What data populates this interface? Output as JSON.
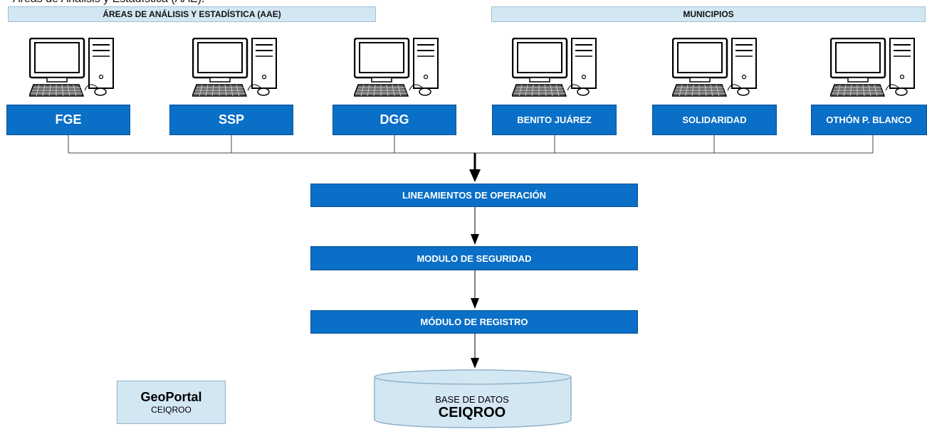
{
  "caption": "Áreas de Análisis y Estadística (AAE).",
  "groups": {
    "aae": "ÁREAS DE ANÁLISIS Y ESTADÍSTICA (AAE)",
    "municipios": "MUNICIPIOS"
  },
  "sources": [
    {
      "label": "FGE"
    },
    {
      "label": "SSP"
    },
    {
      "label": "DGG"
    },
    {
      "label": "BENITO JUÁREZ"
    },
    {
      "label": "SOLIDARIDAD"
    },
    {
      "label": "OTHÓN P. BLANCO"
    }
  ],
  "steps": [
    {
      "label": "LINEAMIENTOS DE OPERACIÓN"
    },
    {
      "label": "MODULO DE SEGURIDAD"
    },
    {
      "label": "MÓDULO DE REGISTRO"
    }
  ],
  "database": {
    "line1": "BASE DE DATOS",
    "line2": "CEIQROO"
  },
  "geoportal": {
    "title": "GeoPortal",
    "subtitle": "CEIQROO"
  },
  "colors": {
    "node_fill": "#0a6fc6",
    "header_fill": "#d3e7f3",
    "db_fill": "#d3e7f3"
  },
  "icons": {
    "computer": "desktop-computer-icon",
    "database": "database-cylinder-icon"
  }
}
